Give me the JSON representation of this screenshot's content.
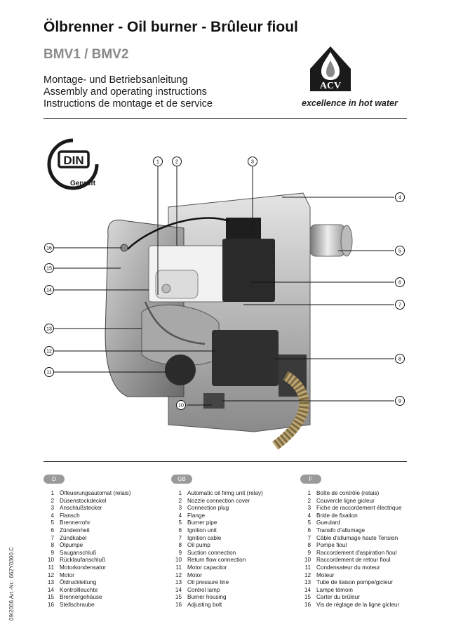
{
  "header": {
    "title": "Ölbrenner - Oil burner - Brûleur fioul",
    "subtitle": "BMV1 / BMV2",
    "description_lines": [
      "Montage- und Betriebsanleitung",
      "Assembly and operating instructions",
      "Instructions de montage et de service"
    ]
  },
  "brand": {
    "logo_text": "ACV",
    "tagline": "excellence in hot water",
    "logo_icon": "flame-in-drop-icon"
  },
  "certification": {
    "badge_text": "DIN",
    "badge_sub": "Geprüft"
  },
  "callouts": [
    "1",
    "2",
    "3",
    "4",
    "5",
    "6",
    "7",
    "8",
    "9",
    "10",
    "11",
    "12",
    "13",
    "14",
    "15",
    "16"
  ],
  "languages": [
    {
      "code": "D",
      "parts": [
        {
          "n": "1",
          "label": "Ölfeuerungsautomat (relais)"
        },
        {
          "n": "2",
          "label": "Düsenstockdeckel"
        },
        {
          "n": "3",
          "label": "Anschlußstecker"
        },
        {
          "n": "4",
          "label": "Flansch"
        },
        {
          "n": "5",
          "label": "Brennerrohr"
        },
        {
          "n": "6",
          "label": "Zündeinheit"
        },
        {
          "n": "7",
          "label": "Zündkabel"
        },
        {
          "n": "8",
          "label": "Ölpumpe"
        },
        {
          "n": "9",
          "label": "Sauganschluß"
        },
        {
          "n": "10",
          "label": "Rücklaufanschluß"
        },
        {
          "n": "11",
          "label": "Motorkondensator"
        },
        {
          "n": "12",
          "label": "Motor"
        },
        {
          "n": "13",
          "label": "Öldruckleitung"
        },
        {
          "n": "14",
          "label": "Kontrollleuchte"
        },
        {
          "n": "15",
          "label": "Brennergehäuse"
        },
        {
          "n": "16",
          "label": "Stellschraube"
        }
      ]
    },
    {
      "code": "GB",
      "parts": [
        {
          "n": "1",
          "label": "Automatic oil firing unit (relay)"
        },
        {
          "n": "2",
          "label": "Nozzle connection cover"
        },
        {
          "n": "3",
          "label": "Connection plug"
        },
        {
          "n": "4",
          "label": "Flange"
        },
        {
          "n": "5",
          "label": "Burner pipe"
        },
        {
          "n": "6",
          "label": "Ignition unit"
        },
        {
          "n": "7",
          "label": "Ignition cable"
        },
        {
          "n": "8",
          "label": "Oil pump"
        },
        {
          "n": "9",
          "label": "Suction connection"
        },
        {
          "n": "10",
          "label": "Return flow connection"
        },
        {
          "n": "11",
          "label": "Motor capacitor"
        },
        {
          "n": "12",
          "label": "Motor"
        },
        {
          "n": "13",
          "label": "Oil pressure line"
        },
        {
          "n": "14",
          "label": "Control lamp"
        },
        {
          "n": "15",
          "label": "Burner housing"
        },
        {
          "n": "16",
          "label": "Adjusting bolt"
        }
      ]
    },
    {
      "code": "F",
      "parts": [
        {
          "n": "1",
          "label": "Boîte de contrôle (relais)"
        },
        {
          "n": "2",
          "label": "Couvercle ligne gicleur"
        },
        {
          "n": "3",
          "label": "Fiche de raccordement électrique"
        },
        {
          "n": "4",
          "label": "Bride de fixation"
        },
        {
          "n": "5",
          "label": "Gueulard"
        },
        {
          "n": "6",
          "label": "Transfo d'allumage"
        },
        {
          "n": "7",
          "label": "Câble d'allumage haute Tension"
        },
        {
          "n": "8",
          "label": "Pompe fioul"
        },
        {
          "n": "9",
          "label": "Raccordement d'aspiration fioul"
        },
        {
          "n": "10",
          "label": "Raccordement de retour fioul"
        },
        {
          "n": "11",
          "label": "Condensateur du moteur"
        },
        {
          "n": "12",
          "label": "Moteur"
        },
        {
          "n": "13",
          "label": "Tube de liaison pompe/gicleur"
        },
        {
          "n": "14",
          "label": "Lampe témoin"
        },
        {
          "n": "15",
          "label": "Carter du brûleur"
        },
        {
          "n": "16",
          "label": "Vis de réglage de la ligne gicleur"
        }
      ]
    }
  ],
  "document_code": "09/2006 Art.-Nr.: 662Y0300.C"
}
